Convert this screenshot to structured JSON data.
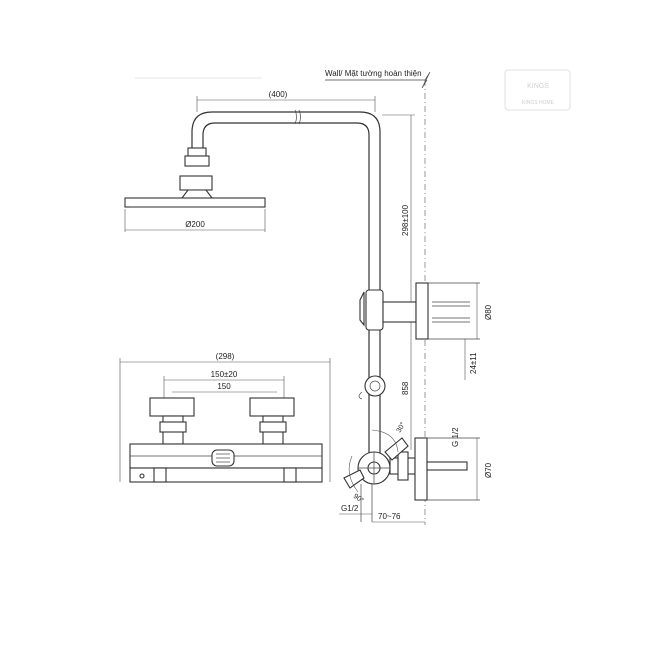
{
  "watermark": {
    "brand": "KINGS",
    "sub": "KINGS HOME"
  },
  "labels": {
    "wall": "Wall/ Mặt tường hoàn thiện",
    "arm_length": "(400)",
    "head_diameter": "Ø200",
    "riser_height": "298±100",
    "bracket_diameter": "Ø80",
    "bracket_offset": "24±11",
    "pipe_height": "858",
    "valve_width": "(298)",
    "centers_adjust": "150±20",
    "centers": "150",
    "inlet_thread_right": "G 1/2",
    "flange_diameter": "Ø70",
    "angle_small": "30°",
    "angle_large": "90°",
    "inlet_thread_left": "G1/2",
    "wall_distance": "70~76"
  },
  "colors": {
    "line": "#333333",
    "dimension": "#555555",
    "text": "#222222",
    "watermark": "#cfcfcf"
  }
}
